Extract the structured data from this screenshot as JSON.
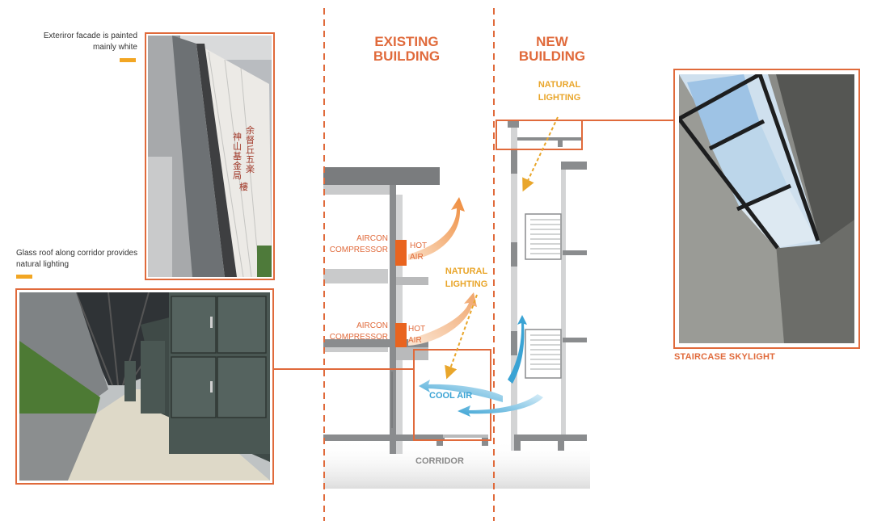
{
  "colors": {
    "accent": "#e06a3b",
    "swatch": "#f2a623",
    "hot": "#e9641f",
    "natural": "#e9a62b",
    "cool": "#3aa3d4",
    "grey_label": "#8a8a8a"
  },
  "notes": {
    "facade": [
      "Exteriror facade is painted",
      "mainly white"
    ],
    "glass_roof": [
      "Glass roof along corridor provides",
      "natural lighting"
    ]
  },
  "headings": {
    "existing": [
      "EXISTING",
      "BUILDING"
    ],
    "new": [
      "NEW",
      "BUILDING"
    ]
  },
  "labels": {
    "natural_top": [
      "NATURAL",
      "LIGHTING"
    ],
    "natural_mid": [
      "NATURAL",
      "LIGHTING"
    ],
    "aircon_upper": [
      "AIRCON",
      "COMPRESSOR"
    ],
    "aircon_lower": [
      "AIRCON",
      "COMPRESSOR"
    ],
    "hot_upper": [
      "HOT",
      "AIR"
    ],
    "hot_lower": [
      "HOT",
      "AIR"
    ],
    "cool_air": "COOL AIR",
    "corridor": "CORRIDOR",
    "staircase_skylight": "STAIRCASE SKYLIGHT"
  },
  "signage_chars": [
    "余",
    "督",
    "丘",
    "五",
    "楽",
    "神",
    "山",
    "基",
    "金",
    "局",
    "樓"
  ]
}
